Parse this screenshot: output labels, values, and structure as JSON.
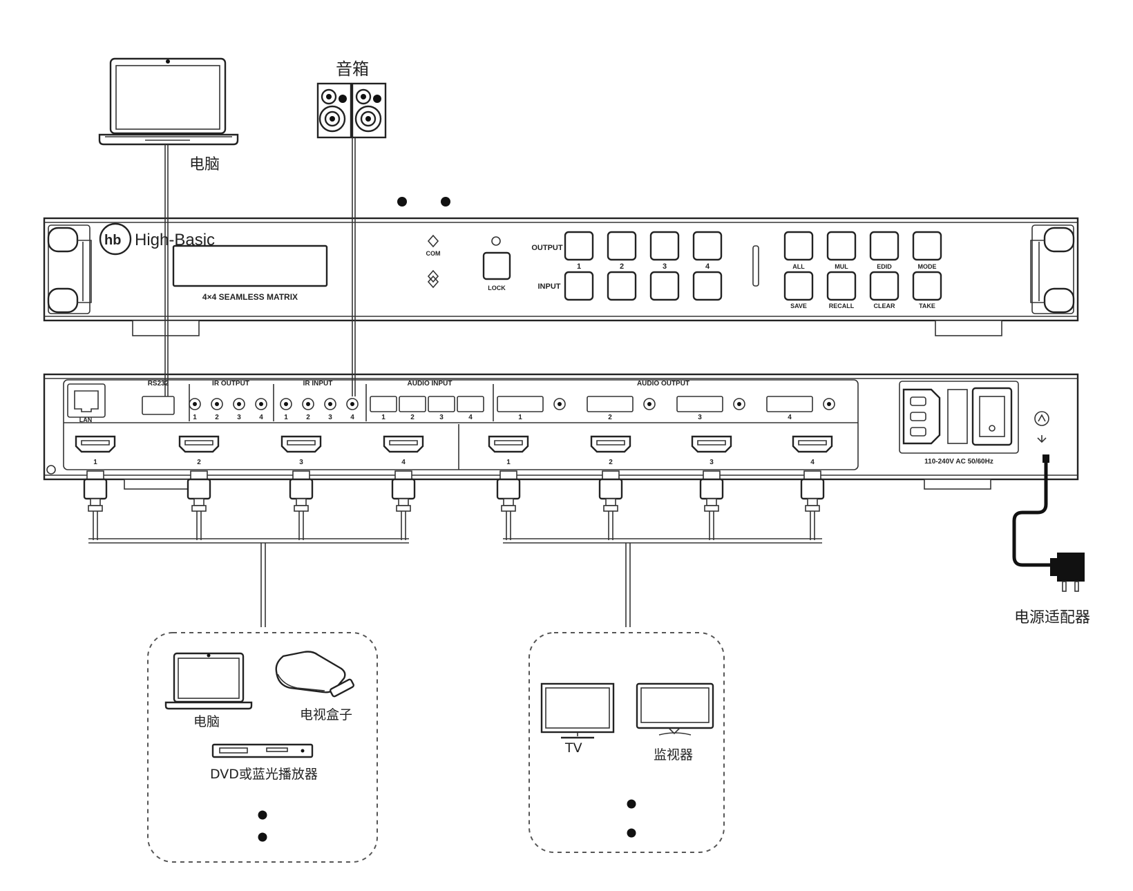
{
  "labels": {
    "speaker": "音箱",
    "computer_top": "电脑",
    "power_adapter": "电源适配器",
    "computer_src": "电脑",
    "tv_box": "电视盒子",
    "dvd": "DVD或蓝光播放器",
    "tv": "TV",
    "monitor": "监视器"
  },
  "front_panel": {
    "brand": "High-Basic",
    "model": "4×4 SEAMLESS MATRIX",
    "com": "COM",
    "lock": "LOCK",
    "output_label": "OUTPUT",
    "input_label": "INPUT",
    "numbers": [
      "1",
      "2",
      "3",
      "4"
    ],
    "func_top": [
      "ALL",
      "MUL",
      "EDID",
      "MODE"
    ],
    "func_bottom": [
      "SAVE",
      "RECALL",
      "CLEAR",
      "TAKE"
    ]
  },
  "rear_panel": {
    "lan": "LAN",
    "rs232": "RS232",
    "ir_output": "IR OUTPUT",
    "ir_input": "IR INPUT",
    "audio_input": "AUDIO INPUT",
    "audio_output": "AUDIO OUTPUT",
    "power_rating": "110-240V AC 50/60Hz",
    "port_numbers": [
      "1",
      "2",
      "3",
      "4"
    ]
  },
  "colors": {
    "line": "#222222",
    "panel_fill": "#ffffff",
    "dash": "#555555"
  },
  "icons": [
    "laptop-icon",
    "speaker-icon",
    "power-adapter-icon",
    "tv-box-icon",
    "dvd-player-icon",
    "tv-icon",
    "monitor-icon"
  ]
}
